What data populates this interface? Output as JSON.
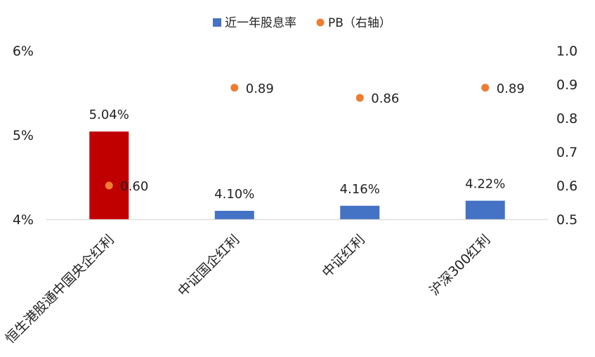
{
  "chart_data": {
    "type": "bar",
    "categories": [
      "恒生港股通中国央企红利",
      "中证国企红利",
      "中证红利",
      "沪深300红利"
    ],
    "series": [
      {
        "name": "近一年股息率",
        "axis": "left",
        "values": [
          5.04,
          4.1,
          4.16,
          4.22
        ],
        "labels": [
          "5.04%",
          "4.10%",
          "4.16%",
          "4.22%"
        ],
        "color": "#4472C4"
      },
      {
        "name": "PB（右轴）",
        "axis": "right",
        "mark": "scatter",
        "values": [
          0.6,
          0.89,
          0.86,
          0.89
        ],
        "labels": [
          "0.60",
          "0.89",
          "0.86",
          "0.89"
        ],
        "color": "#ED7D31"
      }
    ],
    "highlight": {
      "index": 0,
      "color": "#C00000"
    },
    "y_left": {
      "min": 4,
      "max": 6,
      "ticks": [
        "4%",
        "5%",
        "6%"
      ],
      "tick_values": [
        4,
        5,
        6
      ]
    },
    "y_right": {
      "min": 0.5,
      "max": 1.0,
      "ticks": [
        "0.5",
        "0.6",
        "0.7",
        "0.8",
        "0.9",
        "1.0"
      ],
      "tick_values": [
        0.5,
        0.6,
        0.7,
        0.8,
        0.9,
        1.0
      ]
    },
    "legend_position": "top-center",
    "grid": false
  }
}
